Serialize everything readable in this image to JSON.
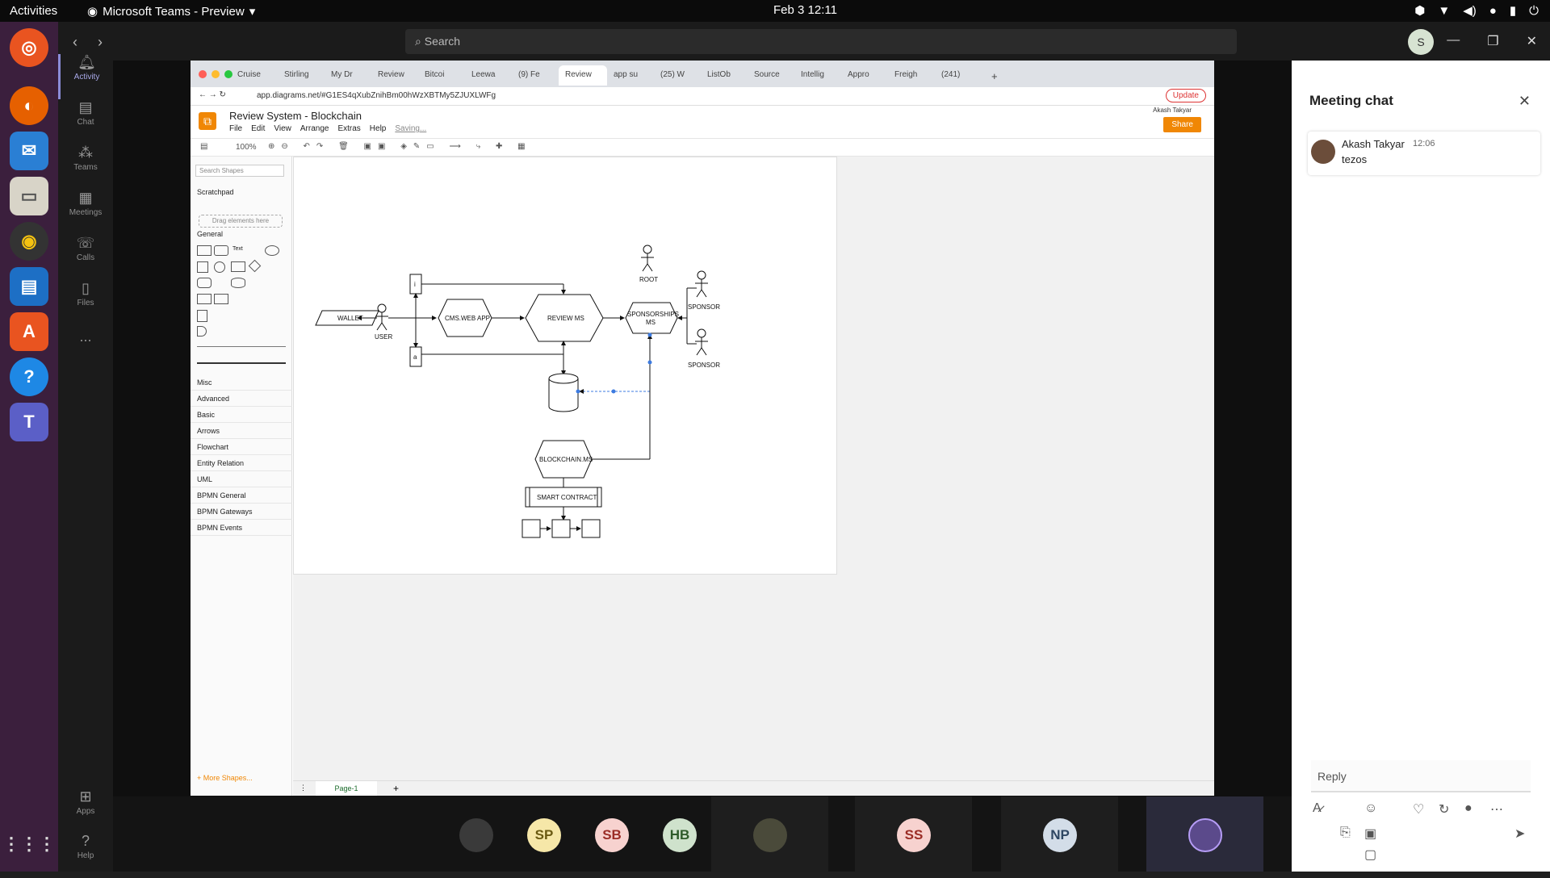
{
  "os": {
    "activities": "Activities",
    "app_title": "Microsoft Teams - Preview",
    "clock": "Feb 3  12:11"
  },
  "teams": {
    "search_placeholder": "Search",
    "user_initial": "S",
    "rail": [
      {
        "label": "Activity"
      },
      {
        "label": "Chat"
      },
      {
        "label": "Teams"
      },
      {
        "label": "Meetings"
      },
      {
        "label": "Calls"
      },
      {
        "label": "Files"
      },
      {
        "label": "..."
      },
      {
        "label": "Apps"
      },
      {
        "label": "Help"
      }
    ]
  },
  "browser": {
    "tabs": [
      "Cruise",
      "Stirling",
      "My Dr",
      "Review",
      "Bitcoi",
      "Leewa",
      "(9) Fe",
      "Review",
      "app su",
      "(25) W",
      "ListOb",
      "Source",
      "Intellig",
      "Appro",
      "Freigh",
      "(241)"
    ],
    "url": "app.diagrams.net/#G1ES4qXubZnihBm00hWzXBTMy5ZJUXLWFg",
    "update": "Update"
  },
  "drawio": {
    "title": "Review System - Blockchain",
    "menu": [
      "File",
      "Edit",
      "View",
      "Arrange",
      "Extras",
      "Help"
    ],
    "saving": "Saving...",
    "share": "Share",
    "user": "Akash Takyar",
    "zoom": "100%",
    "search_shapes": "Search Shapes",
    "scratchpad": "Scratchpad",
    "drag_here": "Drag elements here",
    "general": "General",
    "text_shape": "Text",
    "sections": [
      "Misc",
      "Advanced",
      "Basic",
      "Arrows",
      "Flowchart",
      "Entity Relation",
      "UML",
      "BPMN General",
      "BPMN Gateways",
      "BPMN Events"
    ],
    "more_shapes": "+ More Shapes...",
    "page_tab": "Page-1"
  },
  "diagram": {
    "wallet": "WALLET",
    "user": "USER",
    "i_box": "i",
    "a_box": "a",
    "cms": "CMS.WEB APP",
    "review": "REVIEW MS",
    "sponsorships_1": "SPONSORSHIPS",
    "sponsorships_2": "MS",
    "root": "ROOT",
    "sponsor1": "SPONSOR",
    "sponsor2": "SPONSOR",
    "blockchain": "BLOCKCHAIN.MS",
    "smart_contract": "SMART CONTRACT"
  },
  "chat": {
    "title": "Meeting chat",
    "sender": "Akash Takyar",
    "time": "12:06",
    "message": "tezos",
    "reply_placeholder": "Reply"
  },
  "participants": [
    {
      "initials": "",
      "bg": "#3a3a3a",
      "fg": "#fff"
    },
    {
      "initials": "SP",
      "bg": "#f6e7a8",
      "fg": "#6b5a12"
    },
    {
      "initials": "SB",
      "bg": "#f7d2cf",
      "fg": "#9b2d26"
    },
    {
      "initials": "HB",
      "bg": "#cfe2cc",
      "fg": "#2e5b2a"
    },
    {
      "initials": "",
      "bg": "#4a4a3a",
      "fg": "#fff"
    },
    {
      "initials": "SS",
      "bg": "#f7d2cf",
      "fg": "#9b2d26"
    },
    {
      "initials": "NP",
      "bg": "#d3dde8",
      "fg": "#2e4763"
    },
    {
      "initials": "",
      "bg": "#5b4a8b",
      "fg": "#fff"
    }
  ]
}
